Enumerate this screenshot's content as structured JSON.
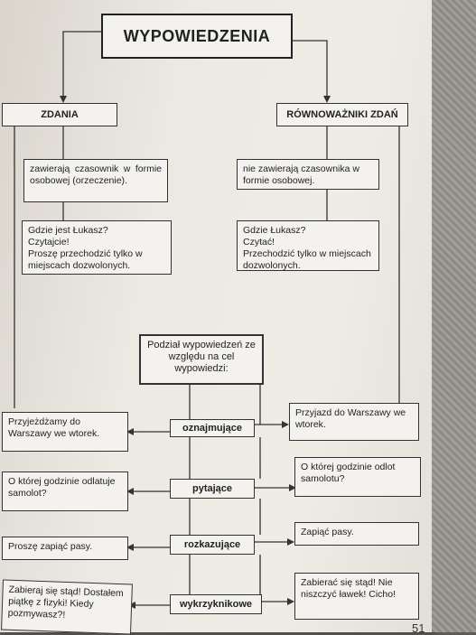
{
  "title": "WYPOWIEDZENIA",
  "left_branch": {
    "header": "ZDANIA",
    "definition": "zawierają czasownik w formie osobowej (orzeczenie).",
    "examples": [
      "Gdzie jest Łukasz?",
      "Czytajcie!",
      "Proszę przechodzić tylko w miejscach dozwolonych."
    ]
  },
  "right_branch": {
    "header": "RÓWNOWAŻNIKI ZDAŃ",
    "definition": "nie zawierają czasownika w formie osobowej.",
    "examples": [
      "Gdzie Łukasz?",
      "Czytać!",
      "Przechodzić tylko w miejscach dozwolonych."
    ]
  },
  "division": "Podział wypowiedzeń ze względu na cel wypowiedzi:",
  "types": [
    {
      "label": "oznajmujące",
      "left": "Przyjeżdżamy do Warszawy we wtorek.",
      "right": "Przyjazd do Warszawy we wtorek."
    },
    {
      "label": "pytające",
      "left": "O której godzinie odlatuje samolot?",
      "right": "O której godzinie odlot samolotu?"
    },
    {
      "label": "rozkazujące",
      "left": "Proszę zapiąć pasy.",
      "right": "Zapiąć pasy."
    },
    {
      "label": "wykrzyknikowe",
      "left": "Zabieraj się stąd! Dostałem piątkę z fizyki! Kiedy pozmywasz?!",
      "right": "Zabierać się stąd! Nie niszczyć ławek! Cicho!"
    }
  ],
  "page_number": "51"
}
